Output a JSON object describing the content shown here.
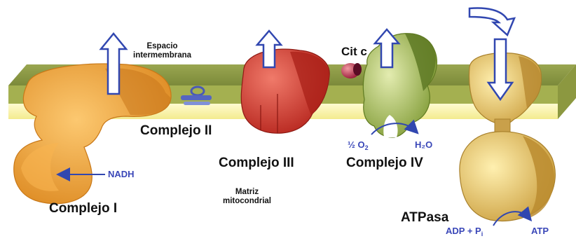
{
  "labels": {
    "space_line1": "Espacio",
    "space_line2": "intermembrana",
    "complex1": "Complejo  I",
    "complex2": "Complejo  II",
    "complex3": "Complejo  III",
    "complex4": "Complejo  IV",
    "cytc": "Cit c",
    "atpase": "ATPasa",
    "matrix_line1": "Matriz",
    "matrix_line2": "mitocondrial",
    "nadh": "NADH",
    "o2_prefix": "½ O",
    "o2_sub": "2",
    "h2o": "H₂O",
    "adp_prefix": "ADP + P",
    "adp_sub": "i",
    "atp": "ATP"
  },
  "colors": {
    "membrane_top": "#8a9645",
    "membrane_bottom": "#fff7b0",
    "arrow_blue": "#3147b0",
    "complex1": "#f0a43c",
    "complex2": "#5060b8",
    "complex3": "#d8443c",
    "cytc": "#b8304a",
    "complex4": "#8aa040",
    "atpase": "#d9b65a"
  }
}
